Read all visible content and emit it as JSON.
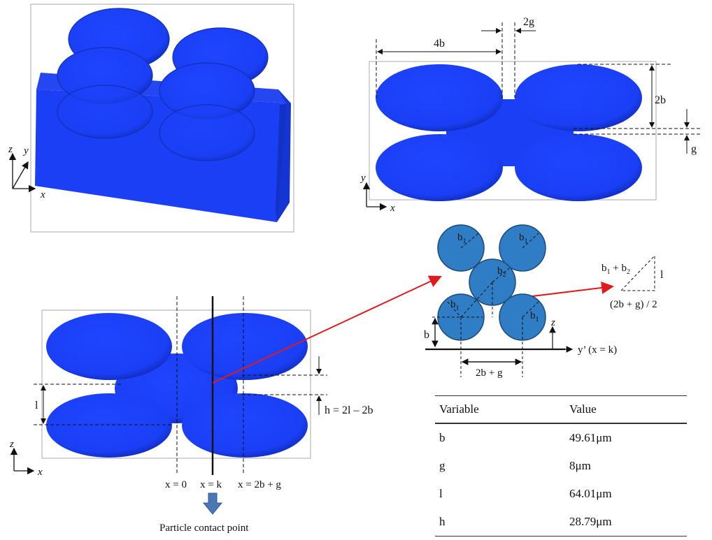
{
  "colors": {
    "particle": "#1a3ff5",
    "particle_dark": "#0f28b8",
    "section_particle": "#2f7dc4",
    "arrow": "#e01b1b",
    "pointer_arrow": "#4a78b5"
  },
  "axes": {
    "x": "x",
    "y": "y",
    "z": "z"
  },
  "top_view": {
    "dim_4b": "4b",
    "dim_2g": "2g",
    "dim_2b": "2b",
    "dim_g": "g"
  },
  "side_view": {
    "dim_l": "l",
    "dim_h": "h = 2l – 2b",
    "x0": "x = 0",
    "xk": "x = k",
    "x2b": "x = 2b + g",
    "contact_label": "Particle contact point"
  },
  "section": {
    "b1_labels": [
      "b",
      "b",
      "b",
      "b"
    ],
    "b1_sub": "1",
    "b2_label": "b",
    "b2_sub": "2",
    "dim_b": "b",
    "dim_2bg": "2b + g",
    "axis_z": "z",
    "axis_y": "y’ (x = k)"
  },
  "triangle": {
    "hyp_b": "b",
    "hyp_b_sub": "1",
    "hyp_plus": " + b",
    "hyp_b2_sub": "2",
    "vert": "l",
    "base": "(2b + g) / 2"
  },
  "table": {
    "headers": [
      "Variable",
      "Value"
    ],
    "rows": [
      [
        "b",
        "49.61μm"
      ],
      [
        "g",
        "8μm"
      ],
      [
        "l",
        "64.01μm"
      ],
      [
        "h",
        "28.79μm"
      ]
    ]
  }
}
